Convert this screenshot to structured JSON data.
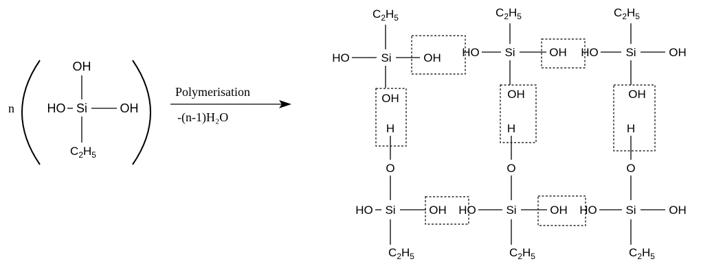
{
  "reaction": {
    "coefficient": "n",
    "arrow_label_top": "Polymerisation",
    "arrow_label_bottom": "-(n-1)H₂O"
  },
  "monomer": {
    "center": "Si",
    "top": "OH",
    "left": "HO",
    "right": "OH",
    "bottom_main": "C",
    "bottom_sub1": "2",
    "bottom_mid": "H",
    "bottom_sub2": "5"
  },
  "polymer": {
    "si": "Si",
    "oh": "OH",
    "ho": "HO",
    "h": "H",
    "o": "O",
    "ethyl_main": "C",
    "ethyl_sub1": "2",
    "ethyl_mid": "H",
    "ethyl_sub2": "5"
  }
}
